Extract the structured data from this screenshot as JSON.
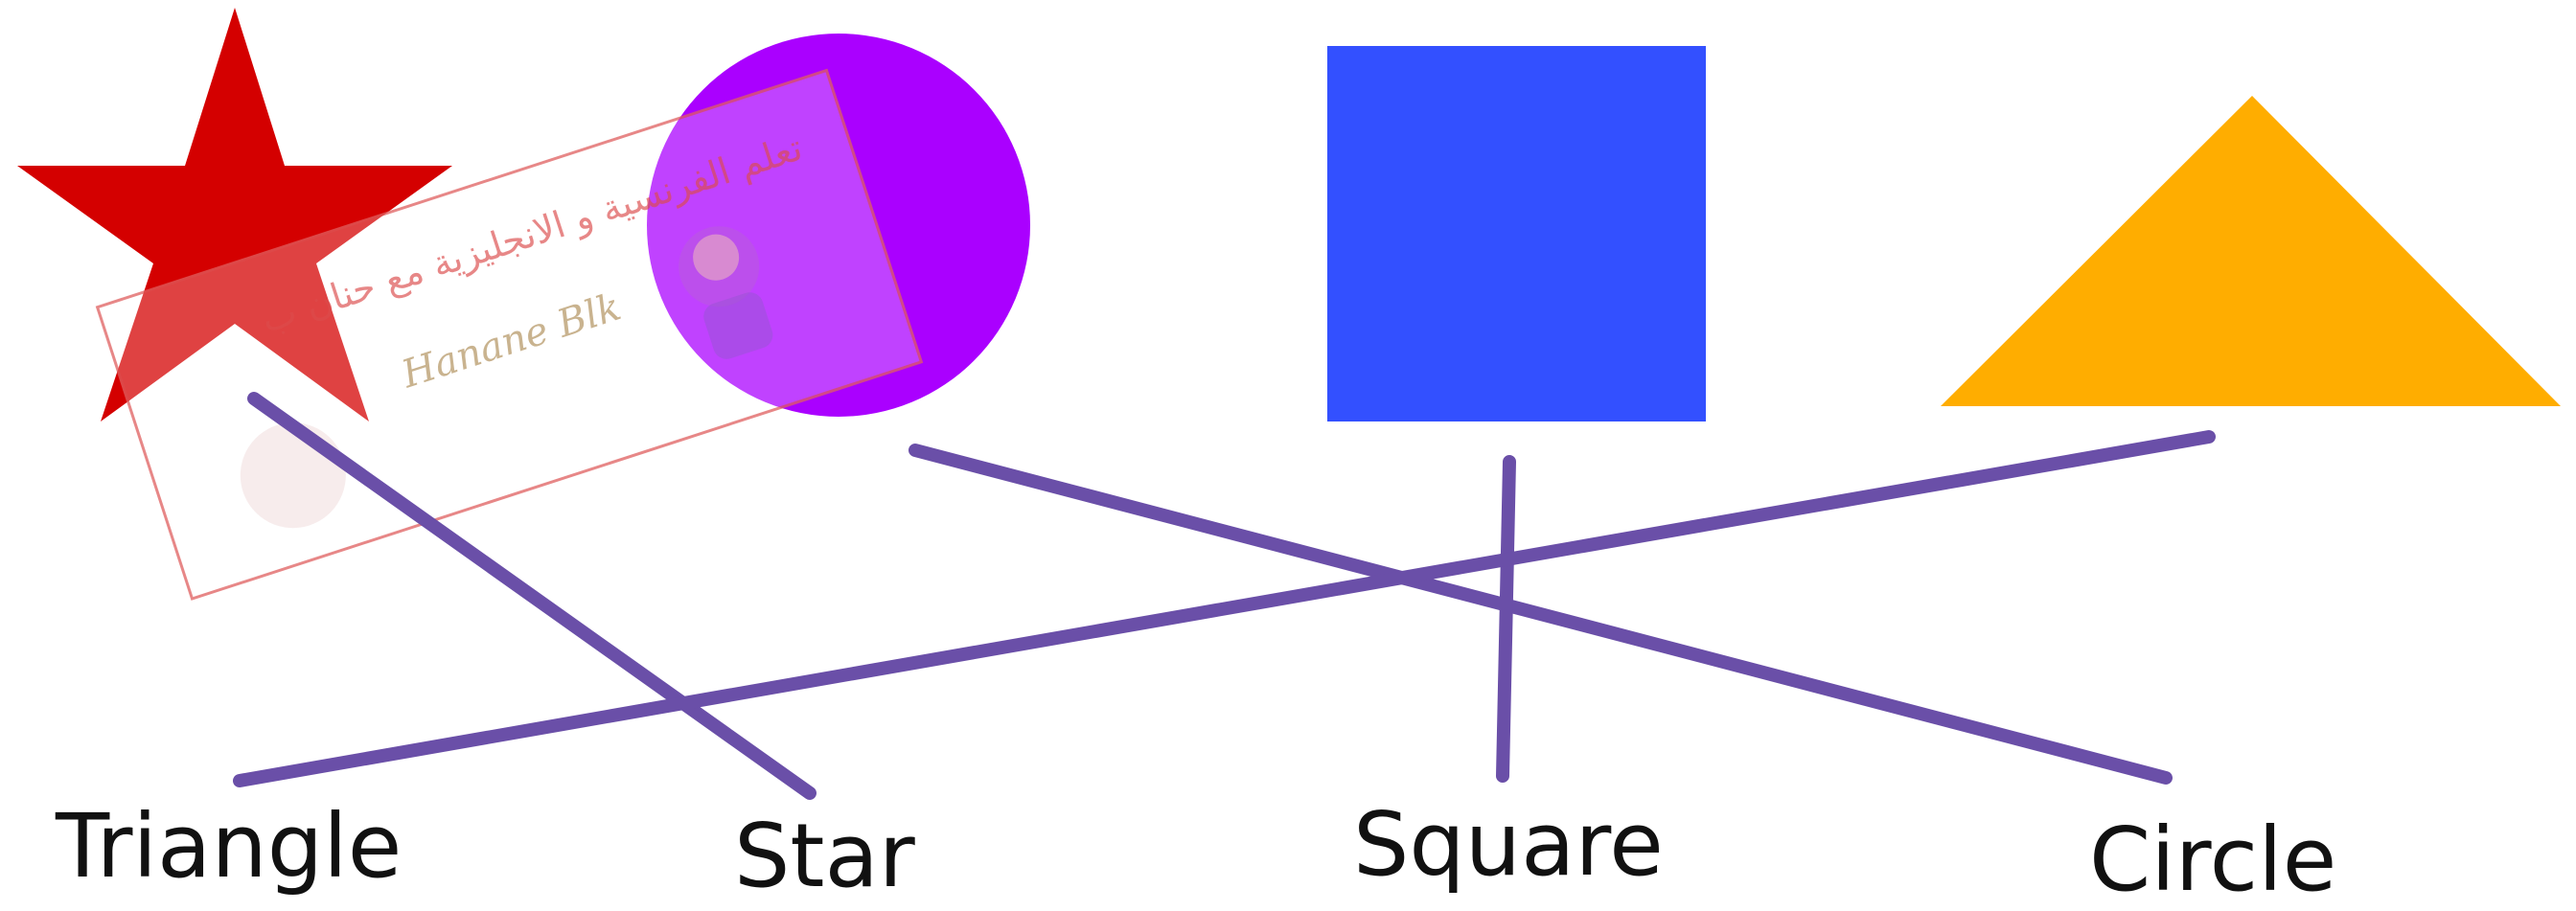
{
  "colors": {
    "star": "#d40000",
    "circle": "#aa00ff",
    "square": "#3350ff",
    "triangle": "#ffad00",
    "line": "#6a4fa8",
    "watermark": "#e06060"
  },
  "shapes": [
    {
      "name": "star",
      "icon": "star-icon"
    },
    {
      "name": "circle",
      "icon": "circle-icon"
    },
    {
      "name": "square",
      "icon": "square-icon"
    },
    {
      "name": "triangle",
      "icon": "triangle-icon"
    }
  ],
  "words": {
    "triangle": "Triangle",
    "star": "Star",
    "square": "Square",
    "circle": "Circle"
  },
  "matches": [
    {
      "shape": "star",
      "word": "Star"
    },
    {
      "shape": "circle",
      "word": "Circle"
    },
    {
      "shape": "square",
      "word": "Square"
    },
    {
      "shape": "triangle",
      "word": "Triangle"
    }
  ],
  "watermark": {
    "arabic_text": "تعلم الفرنسية و الانجليزية مع حنان ب",
    "signature": "Hanane Blk"
  }
}
